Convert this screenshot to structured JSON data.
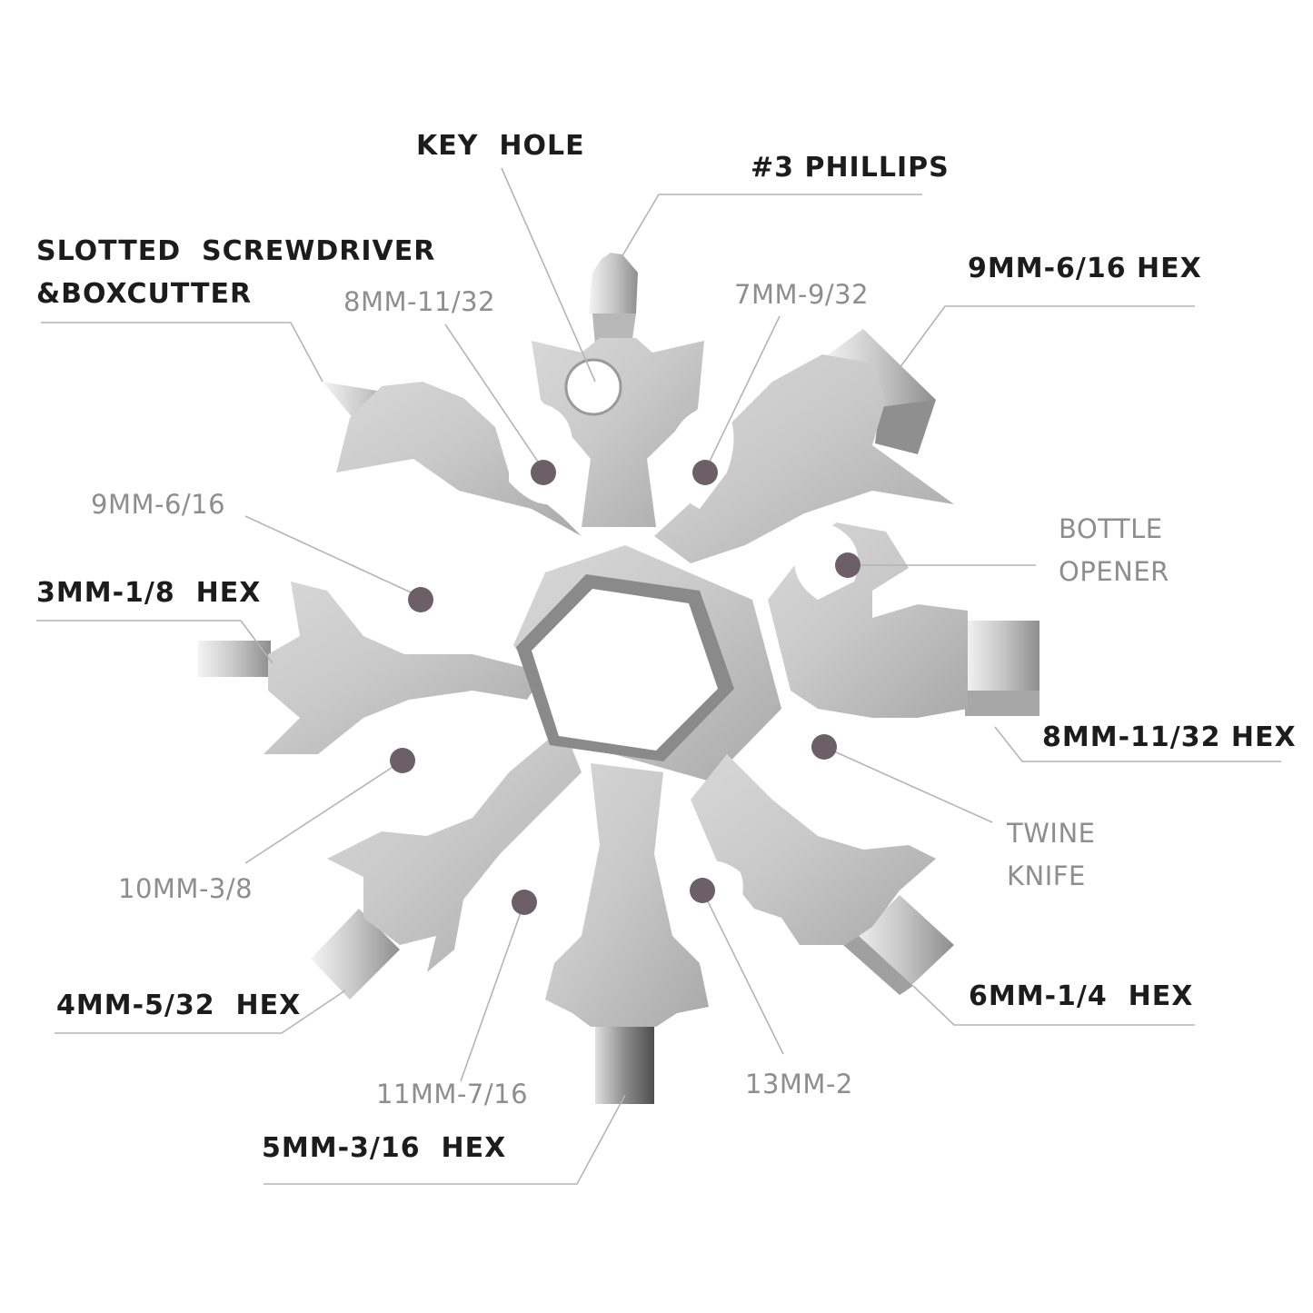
{
  "colors": {
    "background": "#ffffff",
    "metal_light": "#ececec",
    "metal_mid": "#cfcfcf",
    "metal_dark": "#9a9a9a",
    "label_bold": "#1c1c1c",
    "label_light": "#8e8e8e",
    "leader_line": "#b4b4b4",
    "marker_dot": "#6d5f68"
  },
  "labels": {
    "key_hole": "KEY  HOLE",
    "phillips": "#3 PHILLIPS",
    "slotted_1": "SLOTTED  SCREWDRIVER",
    "slotted_2": "&BOXCUTTER",
    "hex_9mm": "9MM-6/16 HEX",
    "w_8mm": "8MM-11/32",
    "w_7mm": "7MM-9/32",
    "w_9mm": "9MM-6/16",
    "bottle_1": "BOTTLE",
    "bottle_2": "OPENER",
    "hex_3mm": "3MM-1/8  HEX",
    "hex_8mm": "8MM-11/32 HEX",
    "twine_1": "TWINE",
    "twine_2": "KNIFE",
    "w_10mm": "10MM-3/8",
    "hex_4mm": "4MM-5/32  HEX",
    "hex_6mm": "6MM-1/4  HEX",
    "w_11mm": "11MM-7/16",
    "w_13mm": "13MM-2",
    "hex_5mm": "5MM-3/16  HEX"
  },
  "icons": {
    "tool": "snowflake-multitool-icon",
    "center": "hexagon-wrench-icon",
    "marker": "dot-marker-icon"
  }
}
